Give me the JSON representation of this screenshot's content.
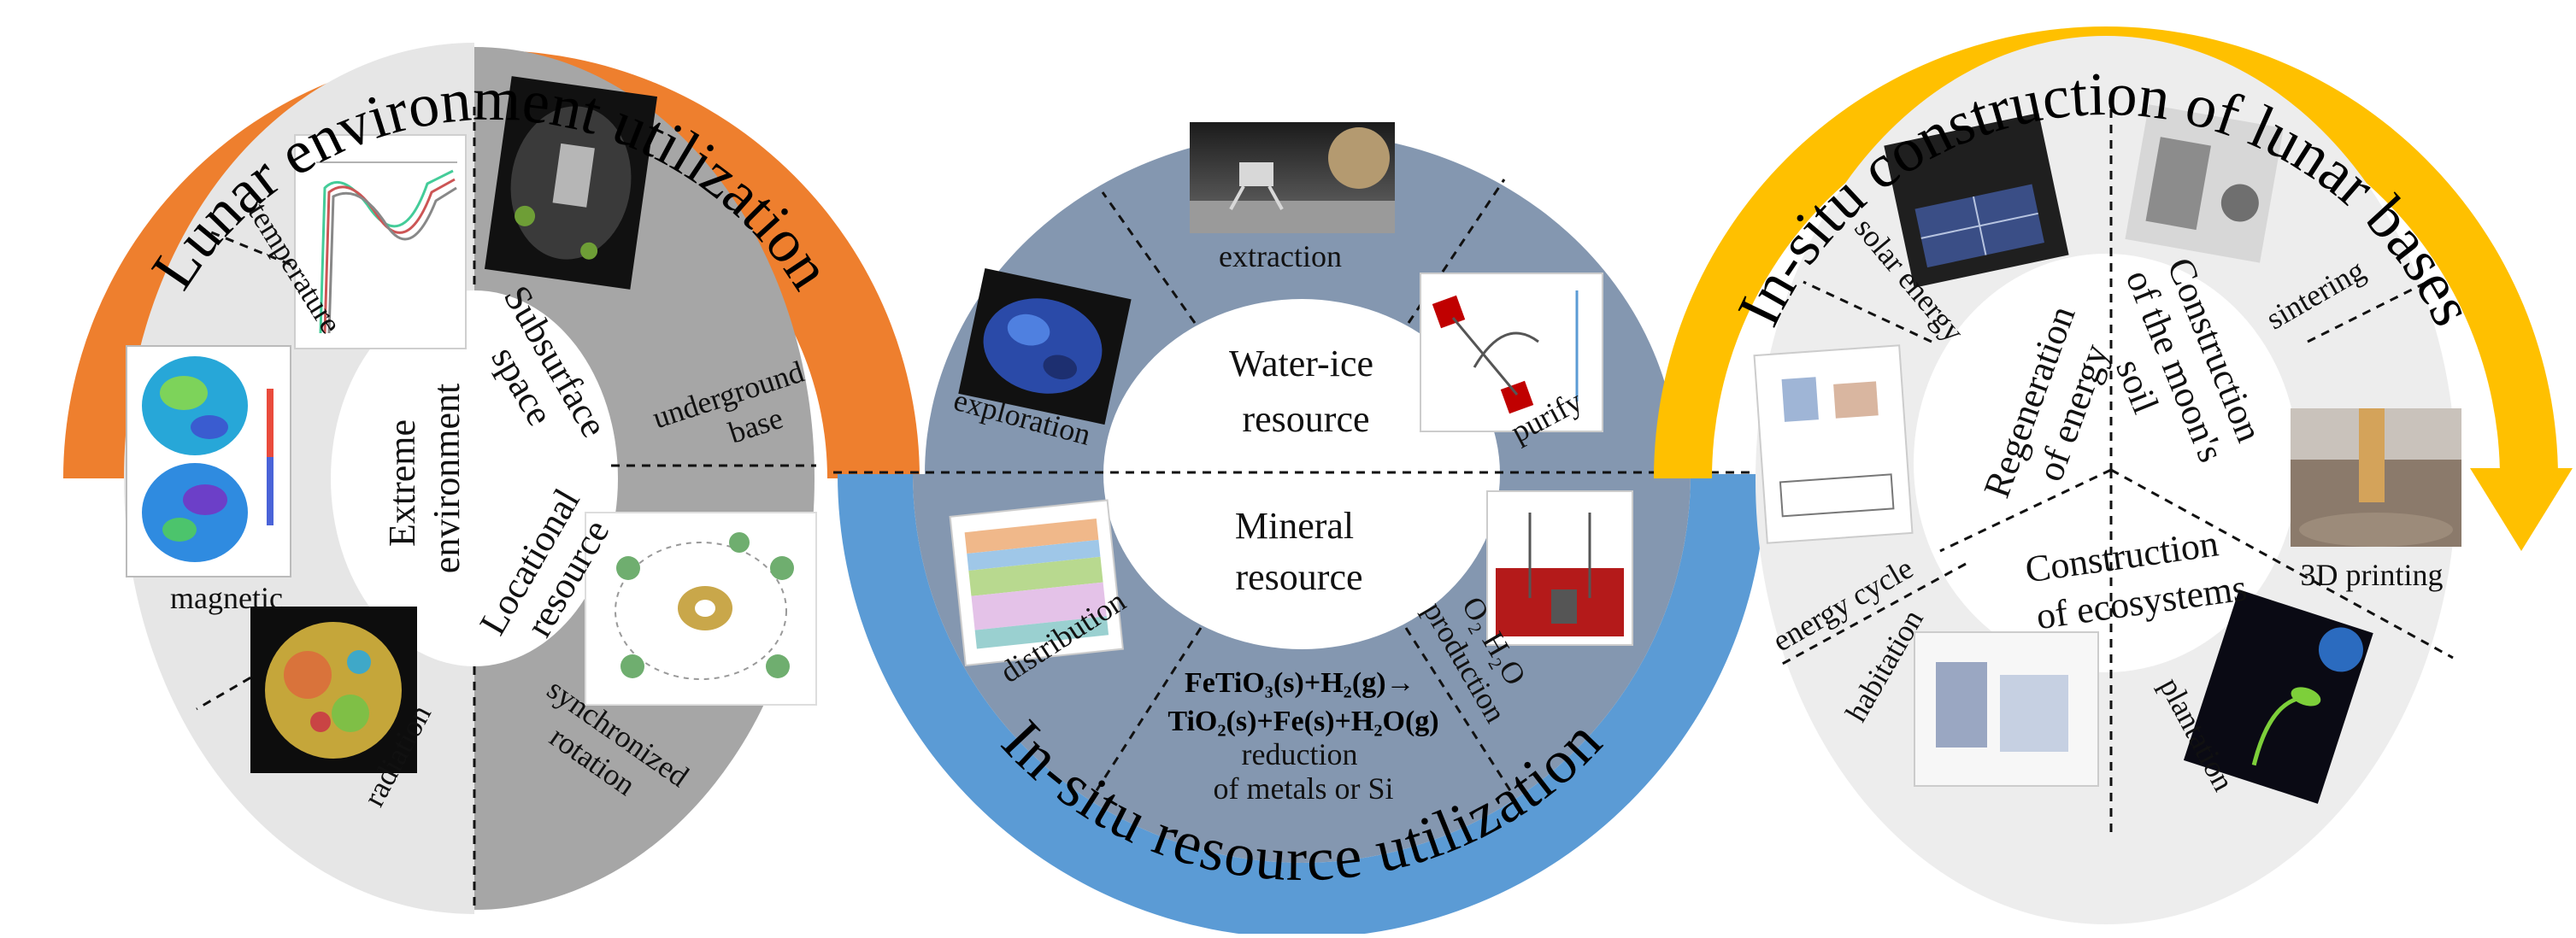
{
  "colors": {
    "left_arc": "#EE7F2E",
    "center_band": "#5B9BD5",
    "right_arc": "#FFC000",
    "left_gray": "#A6A6A6",
    "left_light": "#E6E6E6",
    "center_steel": "#8497B0",
    "right_light": "#EDEDED"
  },
  "left": {
    "arc_title": "Lunar environment utilization",
    "center_top": "Extreme",
    "center_bottom": "environment",
    "subsurface_line1": "Subsurface",
    "subsurface_line2": "space",
    "locational_line1": "Locational",
    "locational_line2": "resource",
    "temperature": "temperature",
    "magnetic": "magnetic",
    "radiation": "radiation",
    "underground_line1": "underground",
    "underground_line2": "base",
    "synchronized_line1": "synchronized",
    "synchronized_line2": "rotation"
  },
  "center": {
    "arc_title": "In-situ resource utilization",
    "water_line1": "Water-ice",
    "water_line2": "resource",
    "mineral_line1": "Mineral",
    "mineral_line2": "resource",
    "extraction": "extraction",
    "exploration": "exploration",
    "purify": "purify",
    "distribution": "distribution",
    "o2_line1": "O₂ H₂O",
    "o2_line2": "production",
    "equation_line1": "FeTiO₃(s)+H₂(g)→",
    "equation_line2": "TiO₂(s)+Fe(s)+H₂O(g)",
    "reduction_line1": "reduction",
    "reduction_line2": "of metals or Si"
  },
  "right": {
    "arc_title": "In-situ construction of lunar bases",
    "regen_line1": "Regeneration",
    "regen_line2": "of energy",
    "soil_line1": "Construction",
    "soil_line2": "of the moon's",
    "soil_line3": "soil",
    "eco_line1": "Construction",
    "eco_line2": "of ecosystems",
    "solar": "solar energy",
    "sintering": "sintering",
    "printing": "3D printing",
    "energy_cycle": "energy  cycle",
    "habitation": "habitation",
    "plantation": "plantation"
  }
}
